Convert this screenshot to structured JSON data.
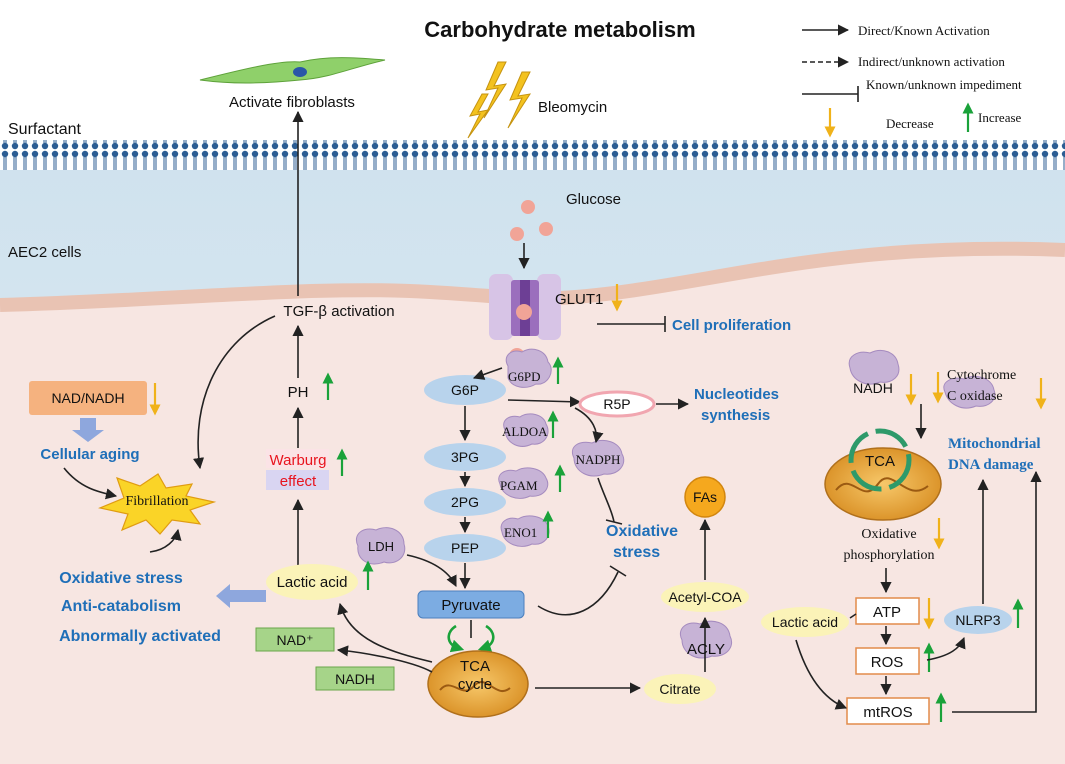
{
  "title": "Carbohydrate metabolism",
  "legend": {
    "direct": "Direct/Known Activation",
    "indirect": "Indirect/unknown activation",
    "impediment": "Known/unknown impediment",
    "decrease": "Decrease",
    "increase": "Increase"
  },
  "labels": {
    "activate_fibroblasts": "Activate fibroblasts",
    "bleomycin": "Bleomycin",
    "surfactant": "Surfactant",
    "glucose": "Glucose",
    "aec2": "AEC2 cells",
    "glut1": "GLUT1",
    "tgf": "TGF-β activation",
    "cell_proliferation": "Cell proliferation",
    "nad_nadh": "NAD/NADH",
    "ph": "PH",
    "cellular_aging": "Cellular aging",
    "warburg1": "Warburg",
    "warburg2": "effect",
    "fibrillation": "Fibrillation",
    "g6p": "G6P",
    "g6pd": "G6PD",
    "r5p": "R5P",
    "nucleotides1": "Nucleotides",
    "nucleotides2": "synthesis",
    "aldoa": "ALDOA",
    "p3g": "3PG",
    "p2g": "2PG",
    "pgam": "PGAM",
    "eno1": "ENO1",
    "pep": "PEP",
    "nadph": "NADPH",
    "oxstress1": "Oxidative",
    "oxstress2": "stress",
    "ldh": "LDH",
    "lactic_left": "Lactic acid",
    "pyruvate": "Pyruvate",
    "oxidative_stress": "Oxidative stress",
    "anti_catabolism": "Anti-catabolism",
    "abnormally": "Abnormally activated",
    "nad_plus": "NAD⁺",
    "nadh_box": "NADH",
    "tca_cycle1": "TCA",
    "tca_cycle2": "cycle",
    "fas": "FAs",
    "acetyl": "Acetyl-COA",
    "acly": "ACLY",
    "citrate": "Citrate",
    "nadh_right": "NADH",
    "cyto1": "Cytochrome",
    "cyto2": "C oxidase",
    "mito1": "Mitochondrial",
    "mito2": "DNA damage",
    "tca_right": "TCA",
    "oxphos1": "Oxidative",
    "oxphos2": "phosphorylation",
    "lactic_right": "Lactic acid",
    "atp": "ATP",
    "nlrp3": "NLRP3",
    "ros": "ROS",
    "mtros": "mtROS"
  },
  "colors": {
    "increase": "#1aa23a",
    "decrease": "#f0b21a",
    "blue_text": "#1f6fb8",
    "warburg": "#e8141e"
  }
}
